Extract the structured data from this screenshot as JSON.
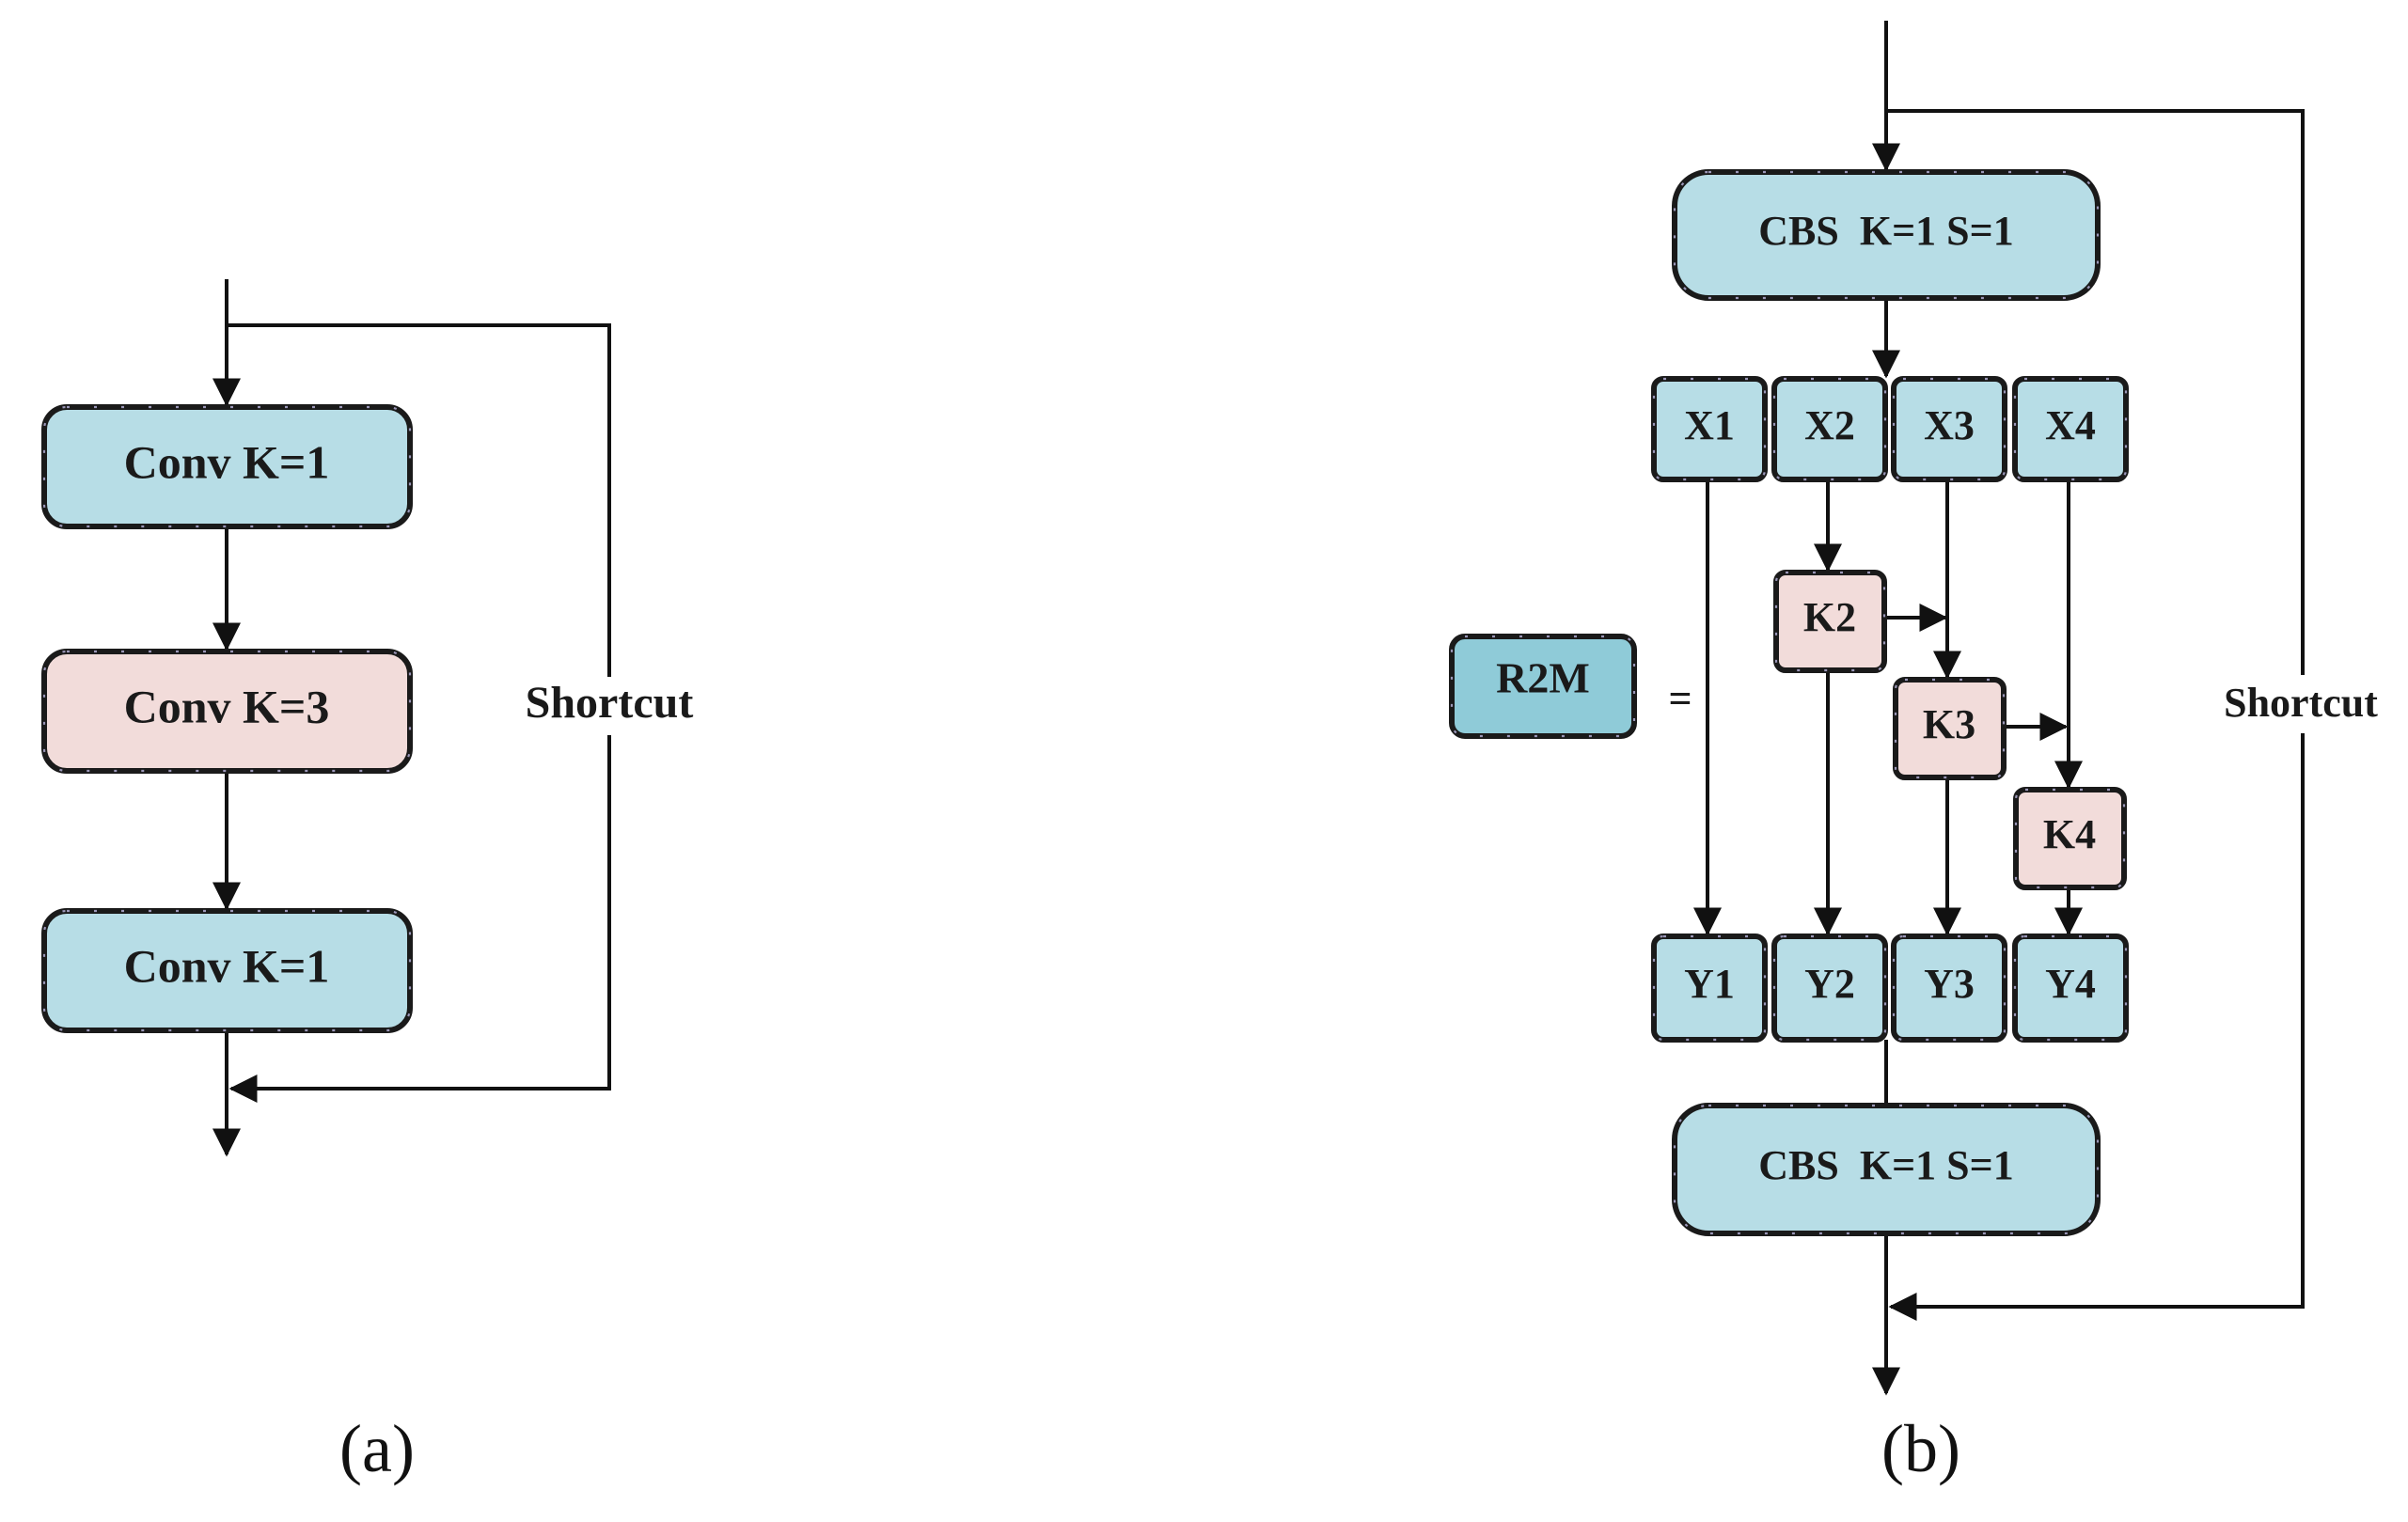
{
  "colors": {
    "blue": "#b7dde6",
    "pink": "#f2dcda",
    "teal": "#8fcbd8",
    "line": "#111111"
  },
  "panel_a": {
    "caption": "(a)",
    "conv1": "Conv K=1",
    "conv3": "Conv K=3",
    "conv1b": "Conv K=1",
    "shortcut": "Shortcut"
  },
  "panel_b": {
    "caption": "(b)",
    "cbs_top": "CBS  K=1 S=1",
    "cbs_bottom": "CBS  K=1 S=1",
    "x": [
      "X1",
      "X2",
      "X3",
      "X4"
    ],
    "y": [
      "Y1",
      "Y2",
      "Y3",
      "Y4"
    ],
    "k2": "K2",
    "k3": "K3",
    "k4": "K4",
    "r2m": "R2M",
    "equals": "=",
    "shortcut": "Shortcut"
  }
}
